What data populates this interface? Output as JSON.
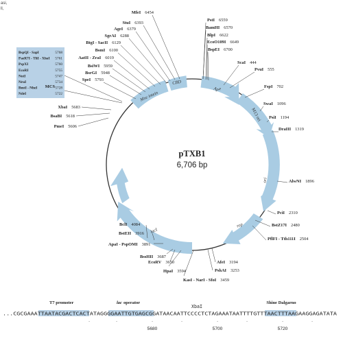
{
  "corner_text": [
    "asi,",
    "ll,"
  ],
  "plasmid": {
    "name": "pTXB1",
    "size": "6,706 bp"
  },
  "sites": [
    {
      "name": "MfeI",
      "pos": "6454"
    },
    {
      "name": "StuI",
      "pos": "6393"
    },
    {
      "name": "AgeI",
      "pos": "6379"
    },
    {
      "name": "SgrAI",
      "pos": "6288"
    },
    {
      "name": "BtgI - SacII",
      "pos": "6129"
    },
    {
      "name": "BsmI",
      "pos": "6100"
    },
    {
      "name": "AatII - ZraI",
      "pos": "6019"
    },
    {
      "name": "BsiWI",
      "pos": "5959"
    },
    {
      "name": "BsrGI",
      "pos": "5948"
    },
    {
      "name": "SpeI",
      "pos": "5793"
    },
    {
      "name": "PstI",
      "pos": "6559"
    },
    {
      "name": "BamHI",
      "pos": "6570"
    },
    {
      "name": "BlpI",
      "pos": "6622"
    },
    {
      "name": "EcoO109I",
      "pos": "6649"
    },
    {
      "name": "BspEI",
      "pos": "6700"
    },
    {
      "name": "ScaI",
      "pos": "444"
    },
    {
      "name": "PvuI",
      "pos": "555"
    },
    {
      "name": "FspI",
      "pos": "702"
    },
    {
      "name": "SwaI",
      "pos": "1096"
    },
    {
      "name": "PsiI",
      "pos": "1194"
    },
    {
      "name": "DraIII",
      "pos": "1319"
    },
    {
      "name": "AlwNI",
      "pos": "1896"
    },
    {
      "name": "PciI",
      "pos": "2310"
    },
    {
      "name": "BstZ17I",
      "pos": "2480"
    },
    {
      "name": "PflFI - Tth111I",
      "pos": "2504"
    },
    {
      "name": "AfeI",
      "pos": "3194"
    },
    {
      "name": "PshAI",
      "pos": "3253"
    },
    {
      "name": "KasI - NarI - SfoI",
      "pos": "3459"
    },
    {
      "name": "HpaI",
      "pos": "3594"
    },
    {
      "name": "EcoRV",
      "pos": "3650"
    },
    {
      "name": "BssHII",
      "pos": "3687"
    },
    {
      "name": "ApaI - PspOMI",
      "pos": "3891"
    },
    {
      "name": "BstEII",
      "pos": "3916"
    },
    {
      "name": "BclI",
      "pos": "4084"
    },
    {
      "name": "XbaI",
      "pos": "5683"
    },
    {
      "name": "BsaBI",
      "pos": "5618"
    },
    {
      "name": "PmeI",
      "pos": "5606"
    }
  ],
  "mcs": {
    "label": "MCS",
    "sites": [
      {
        "name": "BspQI - SapI",
        "pos": "5768"
      },
      {
        "name": "PaeR7I - TliI - XhoI",
        "pos": "5761"
      },
      {
        "name": "PspXI",
        "pos": "5760"
      },
      {
        "name": "EcoRI",
        "pos": "5755"
      },
      {
        "name": "NotI",
        "pos": "5747"
      },
      {
        "name": "NruI",
        "pos": "5734"
      },
      {
        "name": "BmtI - NheI",
        "pos": "5728"
      },
      {
        "name": "NdeI",
        "pos": "5722"
      }
    ]
  },
  "features": {
    "mxe_intein": "Mxe intein",
    "cbd": "CBD",
    "ap": "Ap",
    "ap_sup": "R",
    "m13_ori": "M13 ori",
    "ori": "ori",
    "rop": "rop",
    "laci": "lacI"
  },
  "sequence": {
    "t7_promoter": "T7 promoter",
    "lac_operator": "lac",
    "lac_operator_rest": "operator",
    "shine_dalgarno": "Shine Dalgarno",
    "xbai": "XbaI",
    "text": "...CGCGAAATTAATACGACTCACTATAGGGGAATTGTGAGCGGATAACAATTCCCCTCTAGAAATAATTTTGTTTAACTTTAAGAAGGAGATATA",
    "ruler": [
      "5680",
      "5700",
      "5720"
    ]
  },
  "colors": {
    "feature_arrow": "#a9cce3",
    "mcs_box": "#b8d1e6",
    "seq_highlight": "#b8d1e6"
  }
}
